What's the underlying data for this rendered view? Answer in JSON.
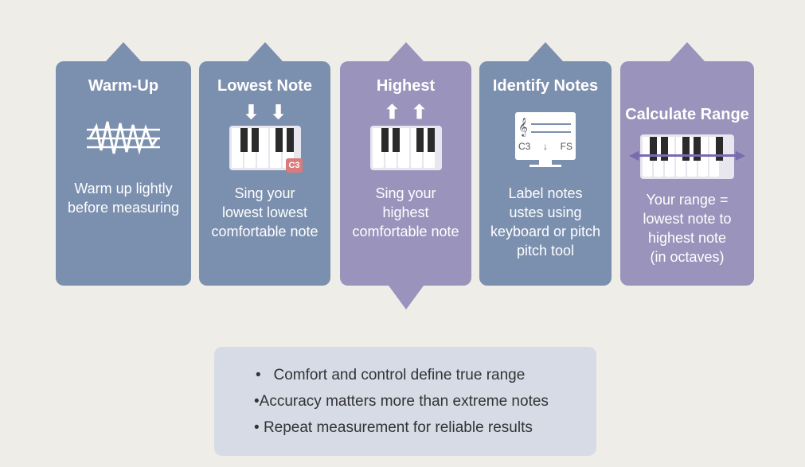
{
  "steps": [
    {
      "title": "Warm-Up",
      "description": [
        "Warm up lightly",
        "before measuring"
      ],
      "icon": "waveform-icon"
    },
    {
      "title": "Lowest Note",
      "description": [
        "Sing your",
        "lowest lowest",
        "comfortable note"
      ],
      "icon": "piano-down-arrows-icon",
      "badge": "C3"
    },
    {
      "title": "Highest",
      "description": [
        "Sing your",
        "highest",
        "comfortable note"
      ],
      "icon": "piano-up-arrows-icon"
    },
    {
      "title": "Identify Notes",
      "description": [
        "Label notes",
        "ustes using",
        "keyboard or pitch",
        "pitch tool"
      ],
      "icon": "monitor-staff-icon",
      "screen_left": "C3",
      "screen_right": "FS"
    },
    {
      "title": "Calculate Range",
      "description": [
        "Your range =",
        "lowest note to",
        "highest note",
        "(in octaves)"
      ],
      "icon": "piano-range-icon"
    }
  ],
  "tips": [
    "Comfort and control define true range",
    "Accuracy matters more than extreme notes",
    "Repeat measurement for reliable results"
  ],
  "colors": {
    "blue": "#7b8fae",
    "purple": "#9a93bb",
    "background": "#efede8",
    "tips_box": "#d6dbe6"
  }
}
